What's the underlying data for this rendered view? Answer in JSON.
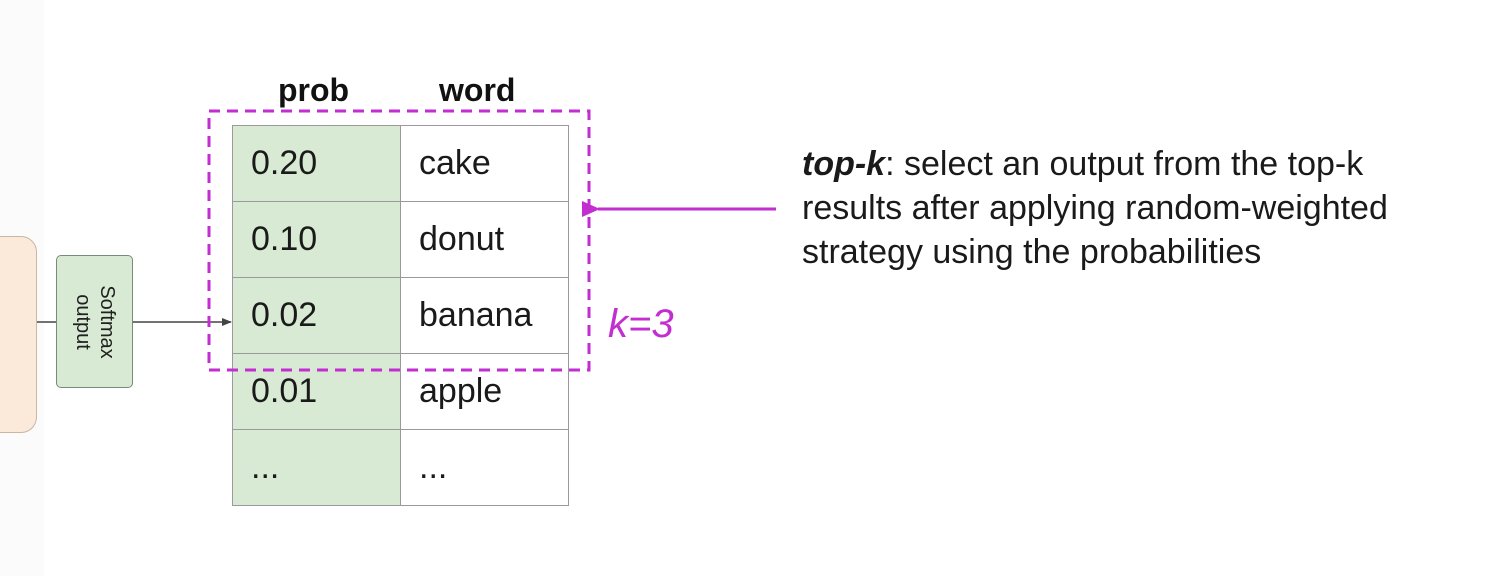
{
  "softmax_box": {
    "line1": "Softmax",
    "line2": "output"
  },
  "table": {
    "headers": {
      "prob": "prob",
      "word": "word"
    },
    "rows": [
      {
        "prob": "0.20",
        "word": "cake"
      },
      {
        "prob": "0.10",
        "word": "donut"
      },
      {
        "prob": "0.02",
        "word": "banana"
      },
      {
        "prob": "0.01",
        "word": "apple"
      },
      {
        "prob": "...",
        "word": "..."
      }
    ]
  },
  "selection": {
    "k_label": "k=3",
    "rows_selected": 3,
    "color": "#c22ed0"
  },
  "explanation": {
    "term": "top-k",
    "text": ": select an output from the top-k results after applying random-weighted strategy using the probabilities"
  },
  "colors": {
    "prob_fill": "#d8ead3",
    "model_fill": "#fbe9d9",
    "accent": "#c22ed0"
  }
}
